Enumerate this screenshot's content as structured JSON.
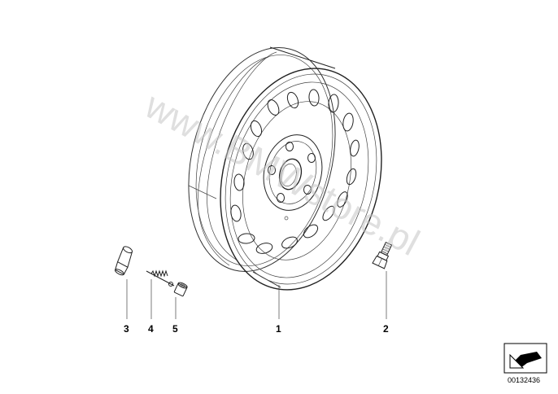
{
  "watermark": "www.BMWstore.pl",
  "callouts": {
    "wheel": "1",
    "bolt": "2",
    "valve_cap": "3",
    "valve_spring": "4",
    "valve_nut": "5"
  },
  "catalog_number": "00132436",
  "icon": "arrow-logo-icon"
}
